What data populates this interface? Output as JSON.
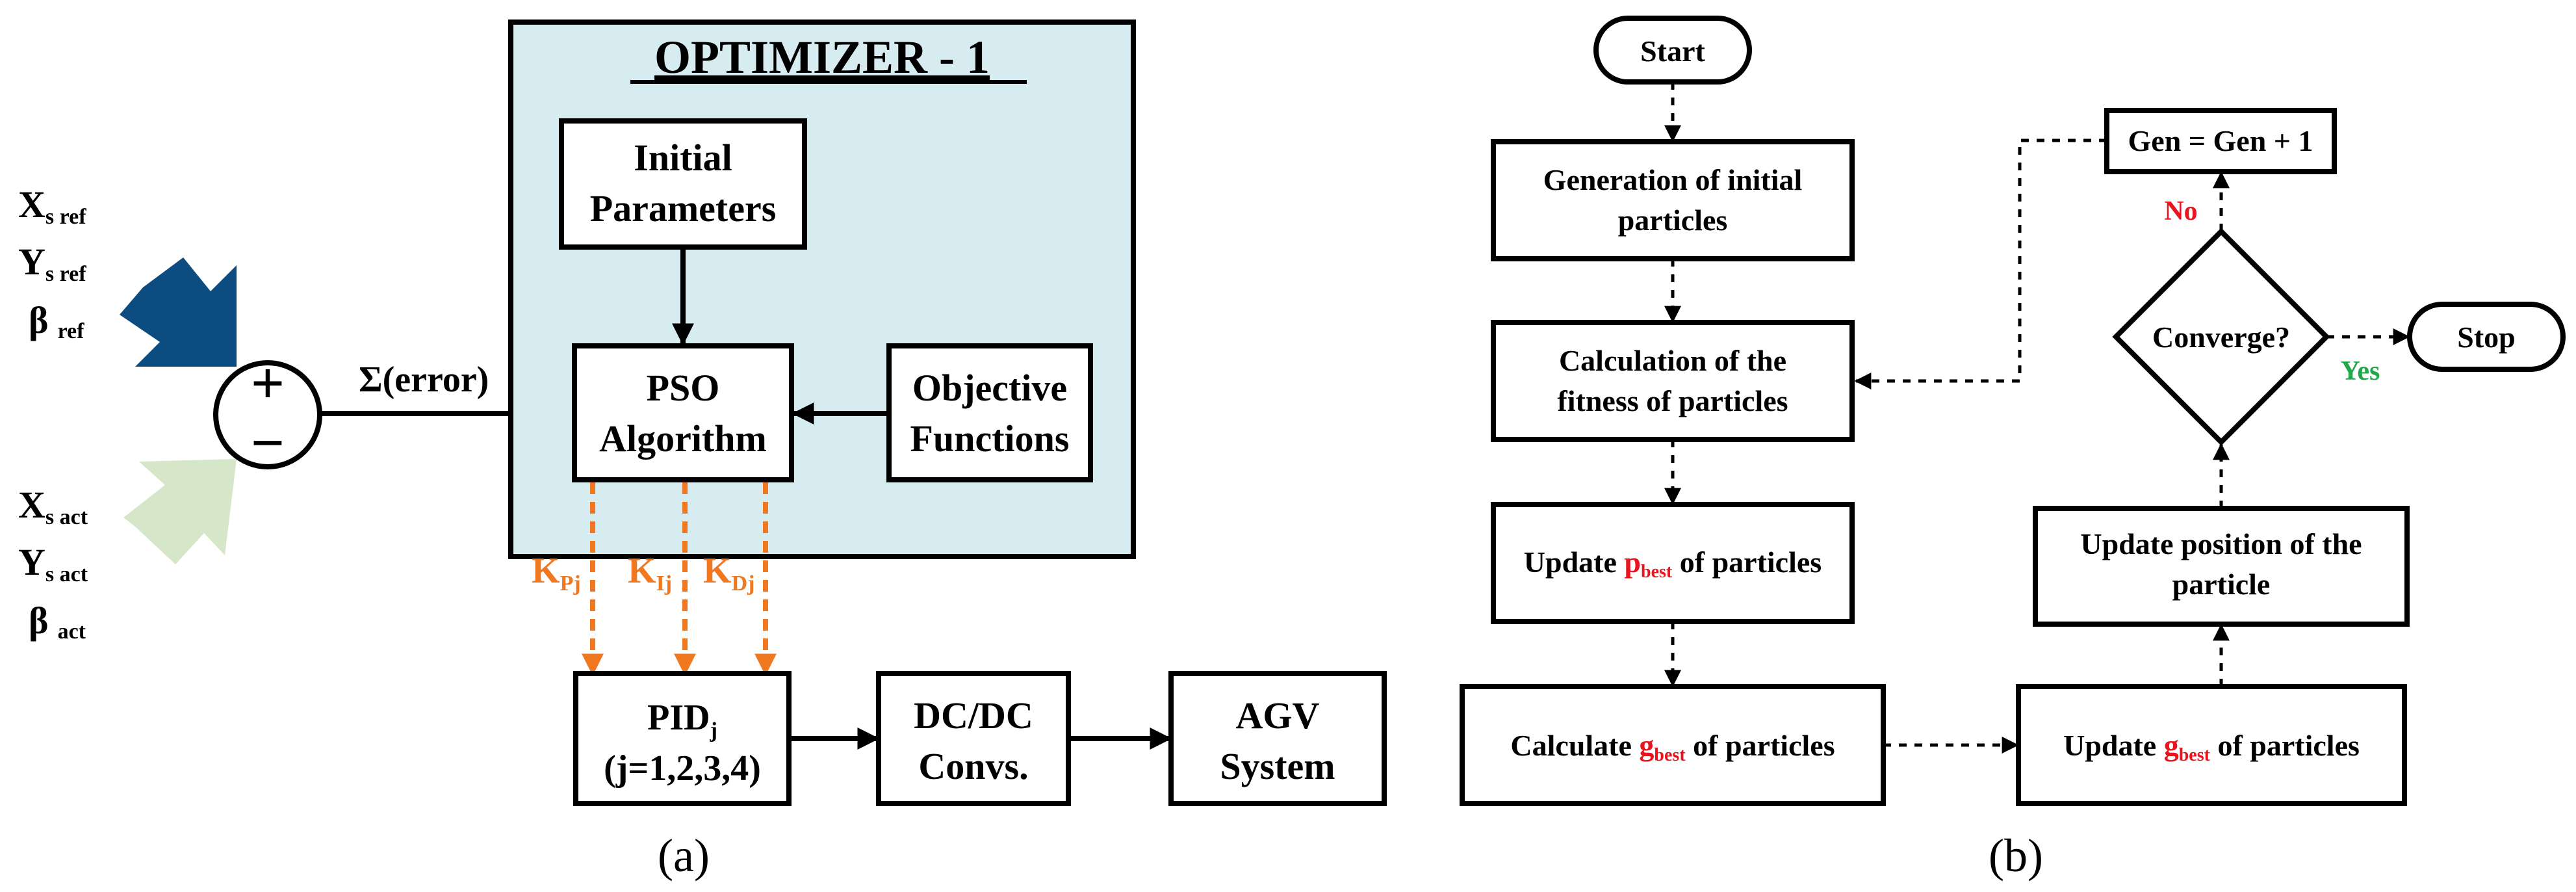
{
  "colors": {
    "optimizer_bg": "#d6ecf1",
    "arrow_ref": "#0d4c80",
    "arrow_act": "#d6e6c8",
    "gain_orange": "#f07820",
    "no_red": "#e8141e",
    "yes_green": "#21a84a"
  },
  "panel_a": {
    "caption": "(a)",
    "inputs_ref": {
      "x": "X",
      "x_sub": "s ref",
      "y": "Y",
      "y_sub": "s ref",
      "beta": "β",
      "beta_sub": "ref"
    },
    "inputs_act": {
      "x": "X",
      "x_sub": "s act",
      "y": "Y",
      "y_sub": "s act",
      "beta": "β",
      "beta_sub": "act"
    },
    "summer": {
      "plus": "+",
      "minus": "−"
    },
    "error_label": "Σ(error)",
    "optimizer_title": "OPTIMIZER - 1",
    "initial_params": [
      "Initial",
      "Parameters"
    ],
    "pso": [
      "PSO",
      "Algorithm"
    ],
    "objective": [
      "Objective",
      "Functions"
    ],
    "gains": [
      {
        "k": "K",
        "sub": "Pj"
      },
      {
        "k": "K",
        "sub": "Ij"
      },
      {
        "k": "K",
        "sub": "Dj"
      }
    ],
    "pid": {
      "line1": "PID",
      "line1_sub": "j",
      "line2": "(j=1,2,3,4)"
    },
    "dcdc": [
      "DC/DC",
      "Convs."
    ],
    "agv": [
      "AGV",
      "System"
    ]
  },
  "panel_b": {
    "caption": "(b)",
    "start": "Start",
    "stop": "Stop",
    "gen_init": [
      "Generation of initial",
      "particles"
    ],
    "calc_fitness": [
      "Calculation of the",
      "fitness of particles"
    ],
    "update_pbest": {
      "pre": "Update ",
      "var": "p",
      "sub": "best",
      "post": " of particles"
    },
    "calc_gbest": {
      "pre": "Calculate ",
      "var": "g",
      "sub": "best",
      "post": "  of particles"
    },
    "update_gbest": {
      "pre": "Update ",
      "var": "g",
      "sub": "best",
      "post": " of particles"
    },
    "update_pos": [
      "Update position of the",
      "particle"
    ],
    "converge": "Converge?",
    "gen_inc": "Gen = Gen + 1",
    "no": "No",
    "yes": "Yes"
  }
}
